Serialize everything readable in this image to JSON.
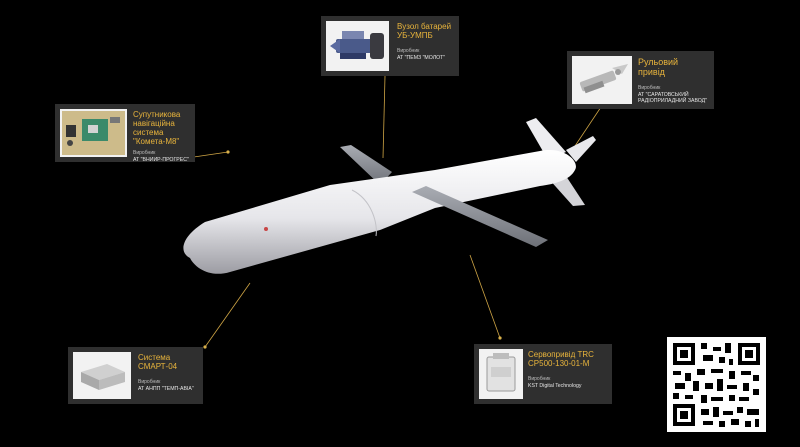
{
  "theme": {
    "background": "#000000",
    "card_bg": "#2f2f2f",
    "title_color": "#e8b43c",
    "leader_color": "#cfa545"
  },
  "cards": [
    {
      "id": "battery",
      "title": "Вузол батарей\nУБ-УМПБ",
      "maker_label": "Виробник",
      "maker": "АТ \"ПЕМЗ \"МОЛОТ\""
    },
    {
      "id": "actuator",
      "title": "Рульовий\nпривід",
      "maker_label": "Виробник",
      "maker": "АТ \"САРАТОВСЬКИЙ\nРАДІОПРИЛАДНИЙ ЗАВОД\""
    },
    {
      "id": "satnav",
      "title": "Супутникова\nнавігаційна система\n\"Комета-М8\"",
      "maker_label": "Виробник",
      "maker": "АТ \"ВНИИР-ПРОГРЕС\""
    },
    {
      "id": "smart",
      "title": "Система\nСМАРТ-04",
      "maker_label": "Виробник",
      "maker": "АТ АНПП \"ТЕМП-АВІА\""
    },
    {
      "id": "servo",
      "title": "Сервопривід TRC\nCP500-130-01-M",
      "maker_label": "Виробник",
      "maker": "KST Digital Technology"
    }
  ]
}
